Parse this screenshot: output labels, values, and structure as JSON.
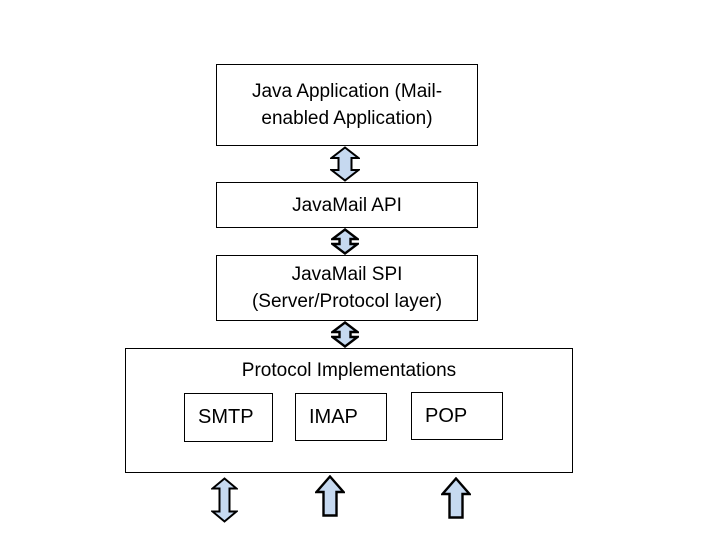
{
  "colors": {
    "background": "#ffffff",
    "arrow-fill": "#c6d9f0",
    "arrow-stroke": "#000000",
    "box-border": "#000000",
    "text-color": "#000000"
  },
  "boxes": {
    "app": {
      "label": "Java Application (Mail-\nenabled Application)"
    },
    "api": {
      "label": "JavaMail API"
    },
    "spi": {
      "label": "JavaMail SPI\n(Server/Protocol layer)"
    },
    "protocols": {
      "title": "Protocol Implementations",
      "items": [
        {
          "label": "SMTP"
        },
        {
          "label": "IMAP"
        },
        {
          "label": "POP"
        }
      ]
    }
  },
  "arrows": [
    {
      "icon": "double-vertical-arrow-icon",
      "glyph": "⇕"
    },
    {
      "icon": "double-vertical-arrow-compressed-icon",
      "glyph": "⇕"
    },
    {
      "icon": "double-vertical-arrow-compressed-icon",
      "glyph": "⇕"
    },
    {
      "icon": "double-vertical-arrow-slim-icon",
      "glyph": "⇕"
    },
    {
      "icon": "up-arrow-icon",
      "glyph": "⇧"
    },
    {
      "icon": "up-arrow-icon",
      "glyph": "⇧"
    }
  ]
}
